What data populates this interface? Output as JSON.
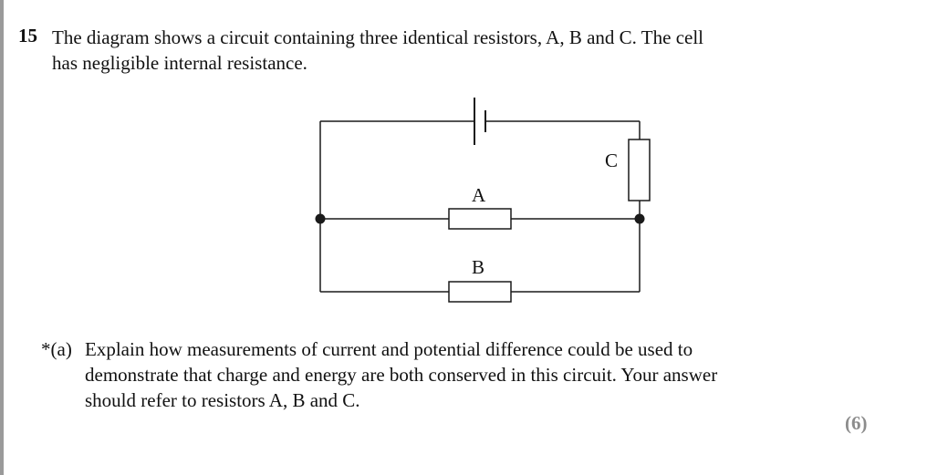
{
  "question": {
    "number": "15",
    "stem_lines": [
      "The diagram shows a circuit containing three identical resistors, A, B and C. The cell",
      "has negligible internal resistance."
    ]
  },
  "diagram": {
    "labels": {
      "a": "A",
      "b": "B",
      "c": "C"
    },
    "line_color": "#1a1a1a"
  },
  "part_a": {
    "marker": "*(a)",
    "lines": [
      "Explain how measurements of current and potential difference could be used to",
      "demonstrate that charge and energy are both conserved in this circuit. Your answer",
      "should refer to resistors A, B and C."
    ],
    "marks": "(6)"
  }
}
